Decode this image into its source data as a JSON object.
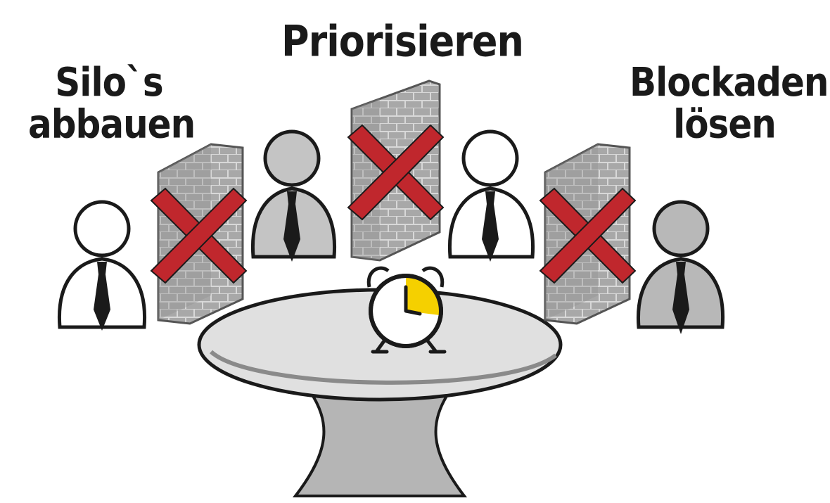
{
  "labels": {
    "silos": [
      "Silo`s",
      "abbauen"
    ],
    "prioritize": "Priorisieren",
    "blockades": [
      "Blockaden",
      "lösen"
    ]
  },
  "colors": {
    "cross_red": "#c0272d",
    "wall_gray": "#9a9a9a",
    "person_gray": "#bdbdbd",
    "table_gray": "#d9d9d9",
    "clock_yellow": "#f5d000",
    "outline": "#1a1a1a"
  },
  "icons": [
    "person-icon",
    "brick-wall-icon",
    "red-x-icon",
    "alarm-clock-icon",
    "round-table-icon"
  ]
}
